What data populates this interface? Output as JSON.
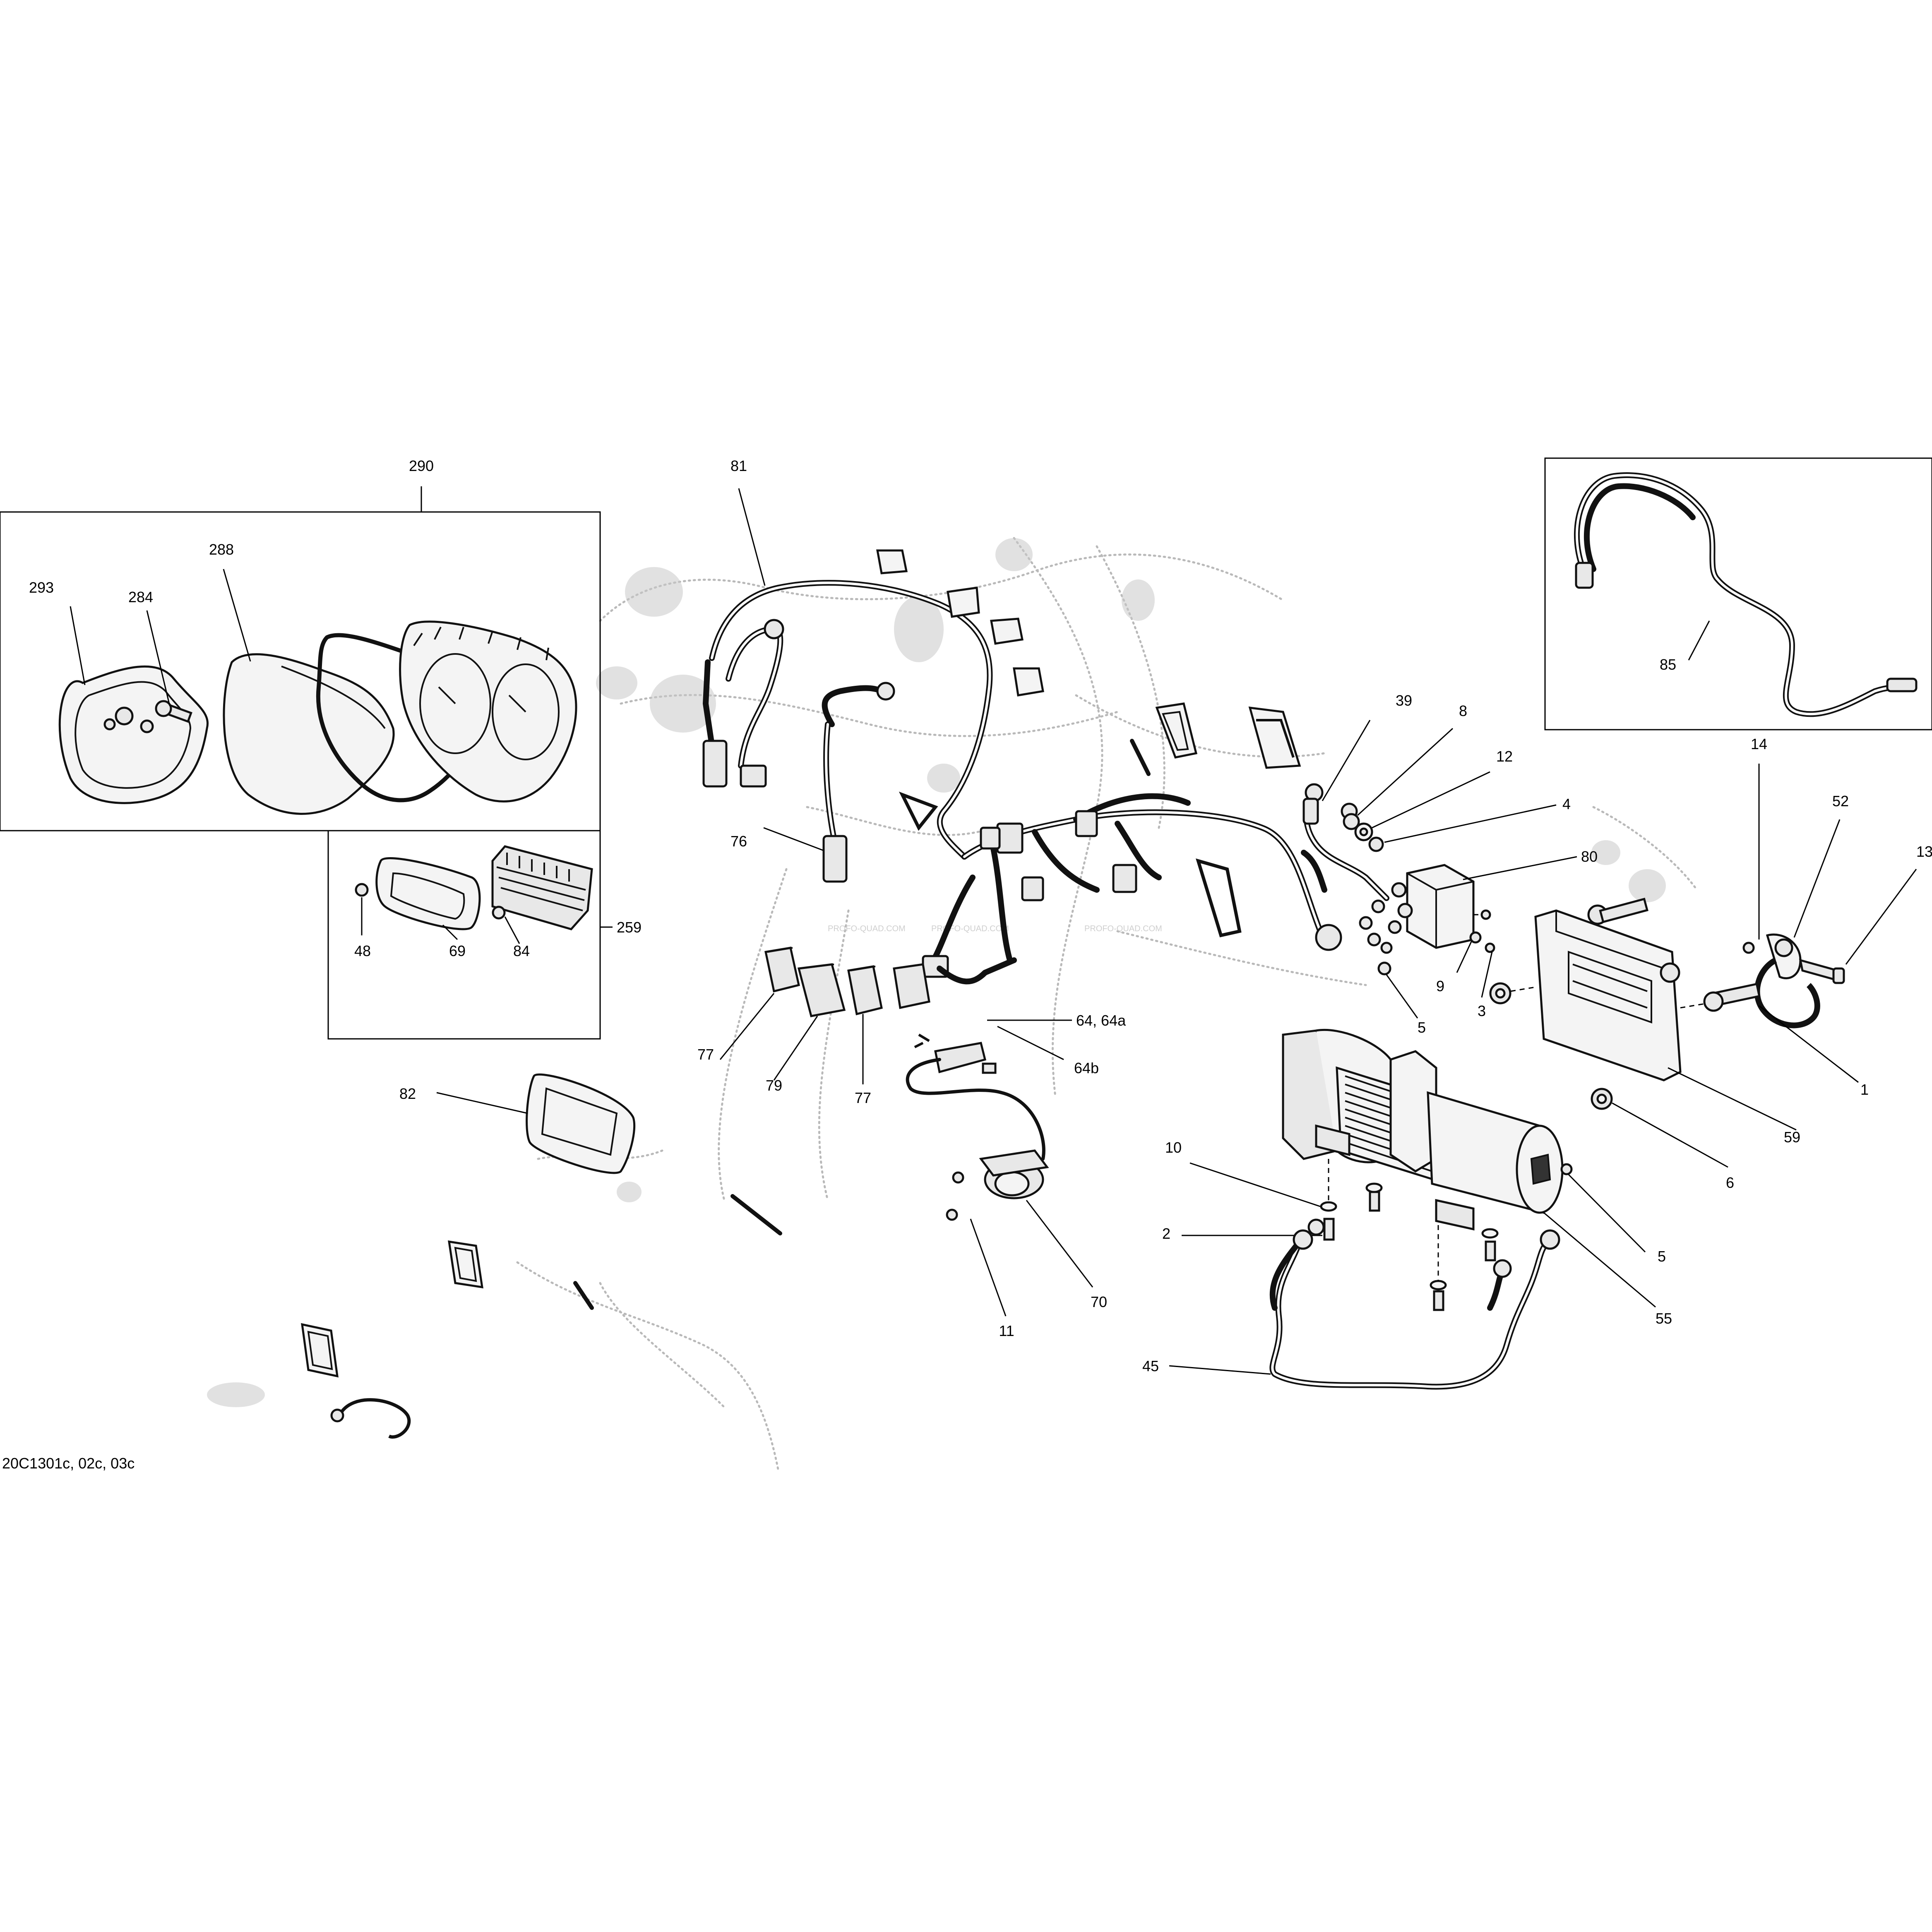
{
  "diagram_code": "20C1301c, 02c, 03c",
  "watermark": "PROFO-QUAD.COM",
  "labels": {
    "l290": "290",
    "l288": "288",
    "l293": "293",
    "l284": "284",
    "l259": "259",
    "l48": "48",
    "l69": "69",
    "l84": "84",
    "l82": "82",
    "l81": "81",
    "l76": "76",
    "l77a": "77",
    "l79": "79",
    "l77b": "77",
    "l64": "64, 64a",
    "l64b": "64b",
    "l70": "70",
    "l11": "11",
    "l39": "39",
    "l8": "8",
    "l12": "12",
    "l4": "4",
    "l80": "80",
    "l9": "9",
    "l3": "3",
    "l5a": "5",
    "l85": "85",
    "l14": "14",
    "l52": "52",
    "l13": "13",
    "l1": "1",
    "l59": "59",
    "l6": "6",
    "l5b": "5",
    "l55": "55",
    "l10": "10",
    "l2": "2",
    "l45": "45"
  }
}
